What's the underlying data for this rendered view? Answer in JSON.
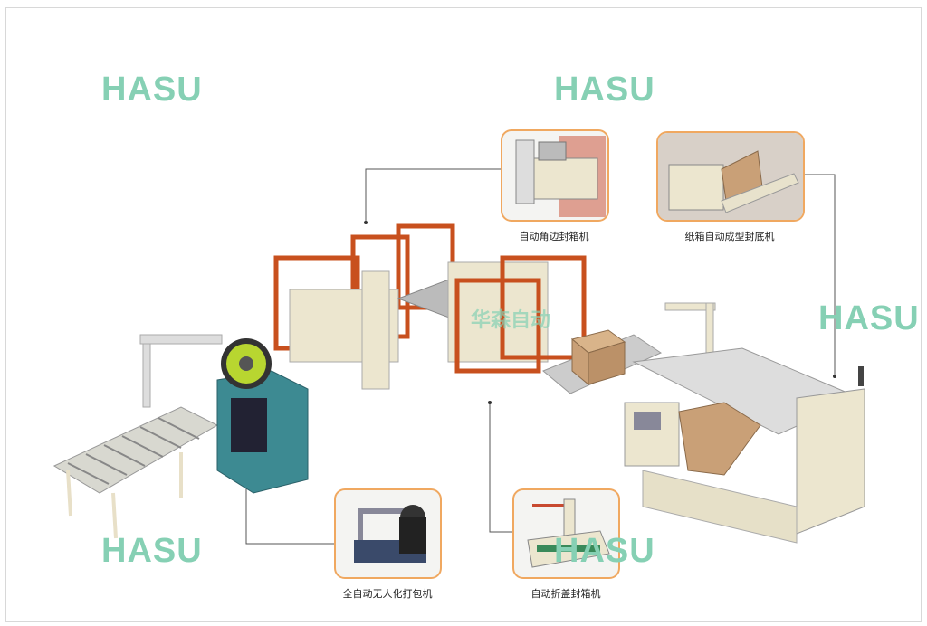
{
  "watermark": "HASU",
  "center_watermark": "华森自动",
  "callouts": [
    {
      "label": "自动角边封箱机"
    },
    {
      "label": "纸箱自动成型封底机"
    },
    {
      "label": "全自动无人化打包机"
    },
    {
      "label": "自动折盖封箱机"
    }
  ],
  "colors": {
    "watermark": "#86d0b4",
    "callout_border": "#f0a860",
    "frame_orange": "#d8642a",
    "machine_cream": "#ece6cf",
    "strapper_teal": "#3d8a92"
  }
}
